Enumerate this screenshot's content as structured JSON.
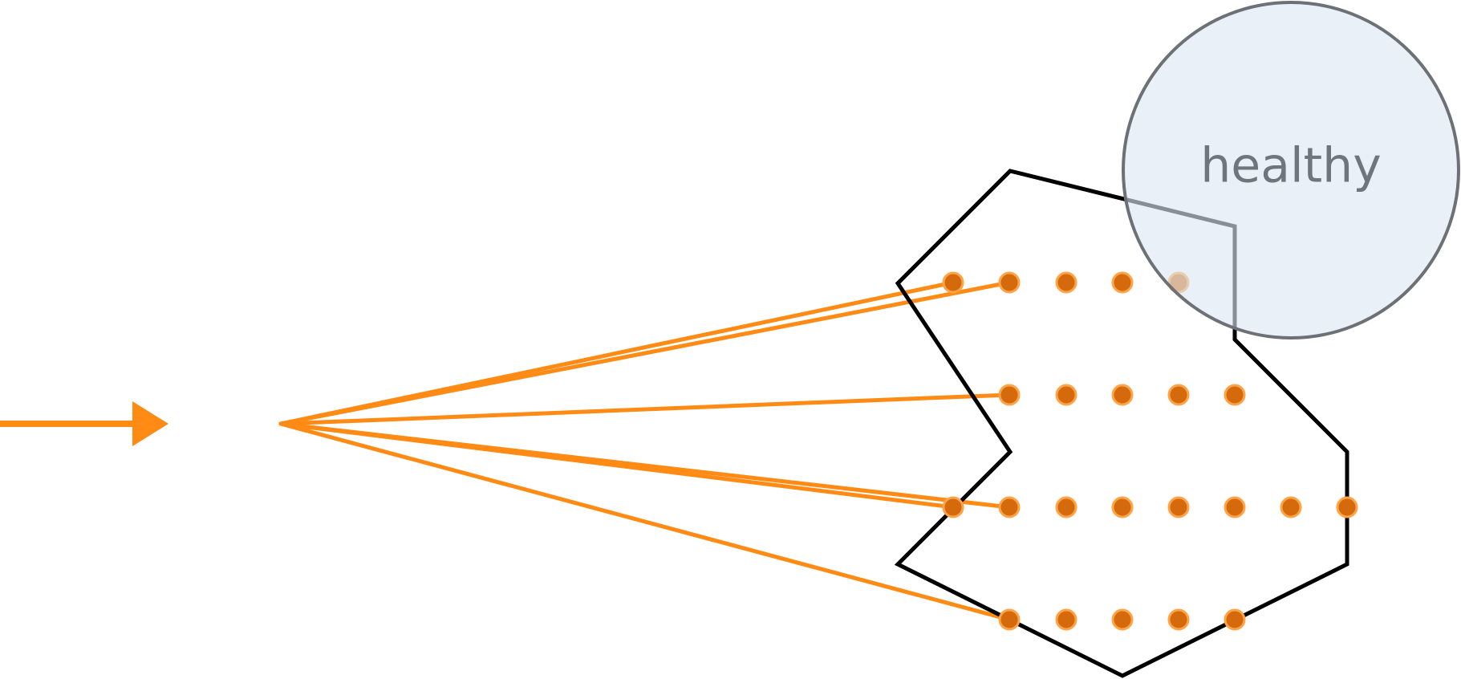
{
  "colors": {
    "beam": "#ff8a14",
    "dot_fill": "#d46a0c",
    "dot_outline": "#ffa347",
    "region_outline": "#000000",
    "zone_fill": "#dbe6f2",
    "zone_outline": "#6d7175",
    "zone_text": "#6f757a"
  },
  "zone": {
    "label": "healthy"
  },
  "dot_rows": [
    {
      "row": 1,
      "count": 5
    },
    {
      "row": 2,
      "count": 5
    },
    {
      "row": 3,
      "count": 8
    },
    {
      "row": 4,
      "count": 5
    }
  ],
  "beam_count": 7
}
